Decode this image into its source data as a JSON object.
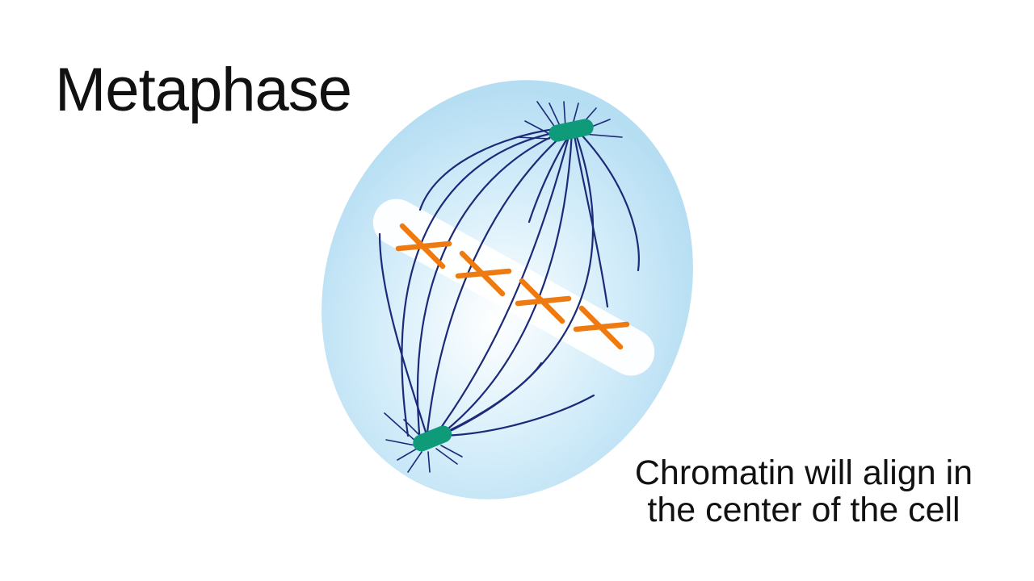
{
  "title": "Metaphase",
  "caption": {
    "line1": "Chromatin will align in",
    "line2": "the center of the cell"
  },
  "colors": {
    "cell_fill": "#bfe3f5",
    "cell_center": "#ffffff",
    "metaphase_plate": "#ffffff",
    "spindle_fiber": "#1c2a78",
    "centrosome": "#0f9a7a",
    "chromosome": "#ee7a12"
  },
  "icons": [
    "cell-icon",
    "centrosome-icon",
    "chromosome-icon",
    "spindle-fiber-icon"
  ]
}
